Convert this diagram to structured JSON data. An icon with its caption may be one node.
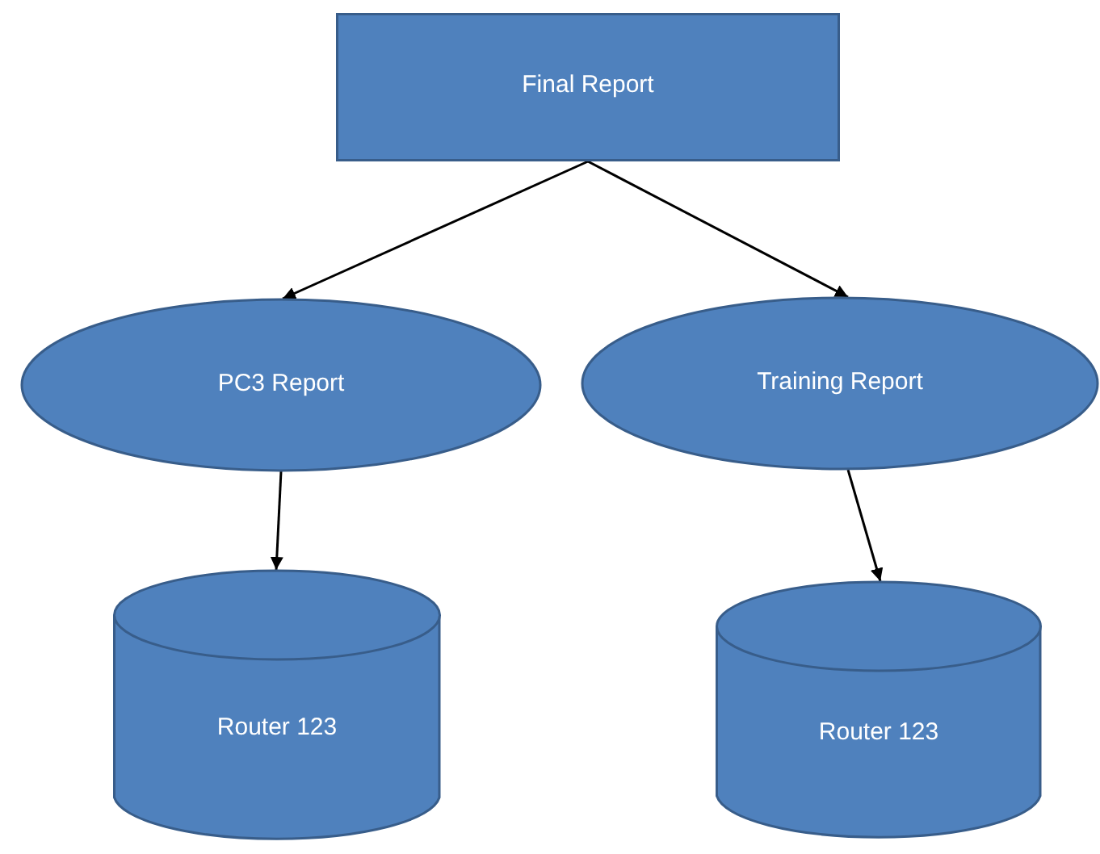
{
  "diagram": {
    "nodes": [
      {
        "text": [
          "Final Report"
        ]
      },
      {
        "text": [
          "PC3 Report"
        ]
      },
      {
        "text": [
          "Training Report"
        ]
      },
      {
        "text": [
          "Router 123"
        ]
      },
      {
        "text": [
          "Router 123"
        ]
      }
    ],
    "edges": [
      {
        "from": 0,
        "to": 1,
        "arrow": "to"
      },
      {
        "from": 0,
        "to": 2,
        "arrow": "to"
      },
      {
        "from": 1,
        "to": 3,
        "arrow": "to"
      },
      {
        "from": 2,
        "to": 4,
        "arrow": "to"
      }
    ]
  }
}
